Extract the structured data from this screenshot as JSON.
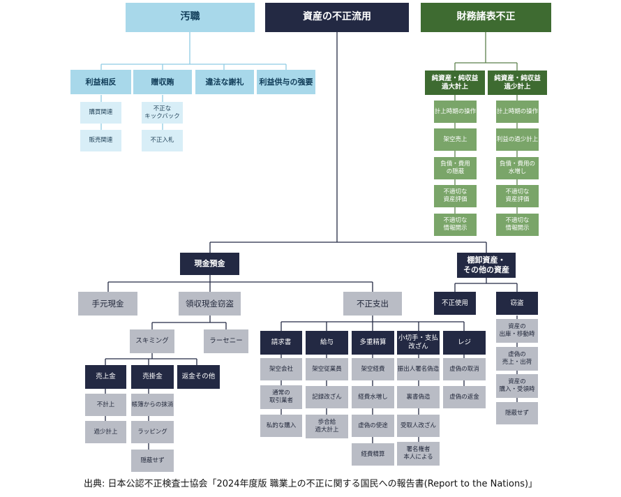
{
  "colors": {
    "light_blue_dark": "#a8d8ea",
    "light_blue": "#d8eef7",
    "navy": "#232943",
    "navy_light": "#b9bcc5",
    "green_dark": "#3e6b31",
    "green_mid": "#5f8e50",
    "green": "#7aa569",
    "line_blue": "#8fcbe3",
    "line_green": "#5b7f4b",
    "line_navy": "#232943"
  },
  "corruption": {
    "title": "汚職",
    "categories": [
      "利益相反",
      "贈収賄",
      "違法な謝礼",
      "利益供与の強要"
    ],
    "conflict_items": [
      "購買関連",
      "販売関連"
    ],
    "bribery_items": [
      "不正な\nキックバック",
      "不正入札"
    ]
  },
  "asset": {
    "title": "資産の不正流用",
    "cash": "現金預金",
    "inventory": "棚卸資産・\nその他の資産",
    "cash_on_hand": "手元現金",
    "receipts": "領収現金窃盗",
    "disbursement": "不正支出",
    "skimming": "スキミング",
    "larceny": "ラーセニー",
    "sales": "売上金",
    "sales_items": [
      "不計上",
      "過少計上"
    ],
    "receivables": "売掛金",
    "receivables_items": [
      "帳簿からの抹消",
      "ラッピング",
      "隠蔽せず"
    ],
    "refunds": "返金その他",
    "billing": "請求書",
    "billing_items": [
      "架空会社",
      "通常の\n取引業者",
      "私的な購入"
    ],
    "payroll": "給与",
    "payroll_items": [
      "架空従業員",
      "記録改ざん",
      "歩合給\n過大計上"
    ],
    "expense": "多重精算",
    "expense_items": [
      "架空経費",
      "経費水増し",
      "虚偽の使途",
      "経費精算"
    ],
    "check": "小切手・支払\n改ざん",
    "check_items": [
      "振出人署名偽造",
      "裏書偽造",
      "受取人改ざん",
      "署名権者\n本人による"
    ],
    "register": "レジ",
    "register_items": [
      "虚偽の取消",
      "虚偽の返金"
    ],
    "misuse": "不正使用",
    "theft": "窃盗",
    "theft_items": [
      "資産の\n出庫・移動時",
      "虚偽の\n売上・出荷",
      "資産の\n購入・受領時",
      "隠蔽せず"
    ]
  },
  "financial": {
    "title": "財務諸表不正",
    "over": "純資産・純収益\n過大計上",
    "over_items": [
      "計上時期の操作",
      "架空売上",
      "負債・費用\nの隠蔽",
      "不適切な\n資産評価",
      "不適切な\n情報開示"
    ],
    "under": "純資産・純収益\n過少計上",
    "under_items": [
      "計上時期の操作",
      "利益の過少計上",
      "負債・費用の\n水増し",
      "不適切な\n資産評価",
      "不適切な\n情報開示"
    ]
  },
  "source": "出典: 日本公認不正検査士協会「2024年度版 職業上の不正に関する国民への報告書(Report to the Nations)」"
}
